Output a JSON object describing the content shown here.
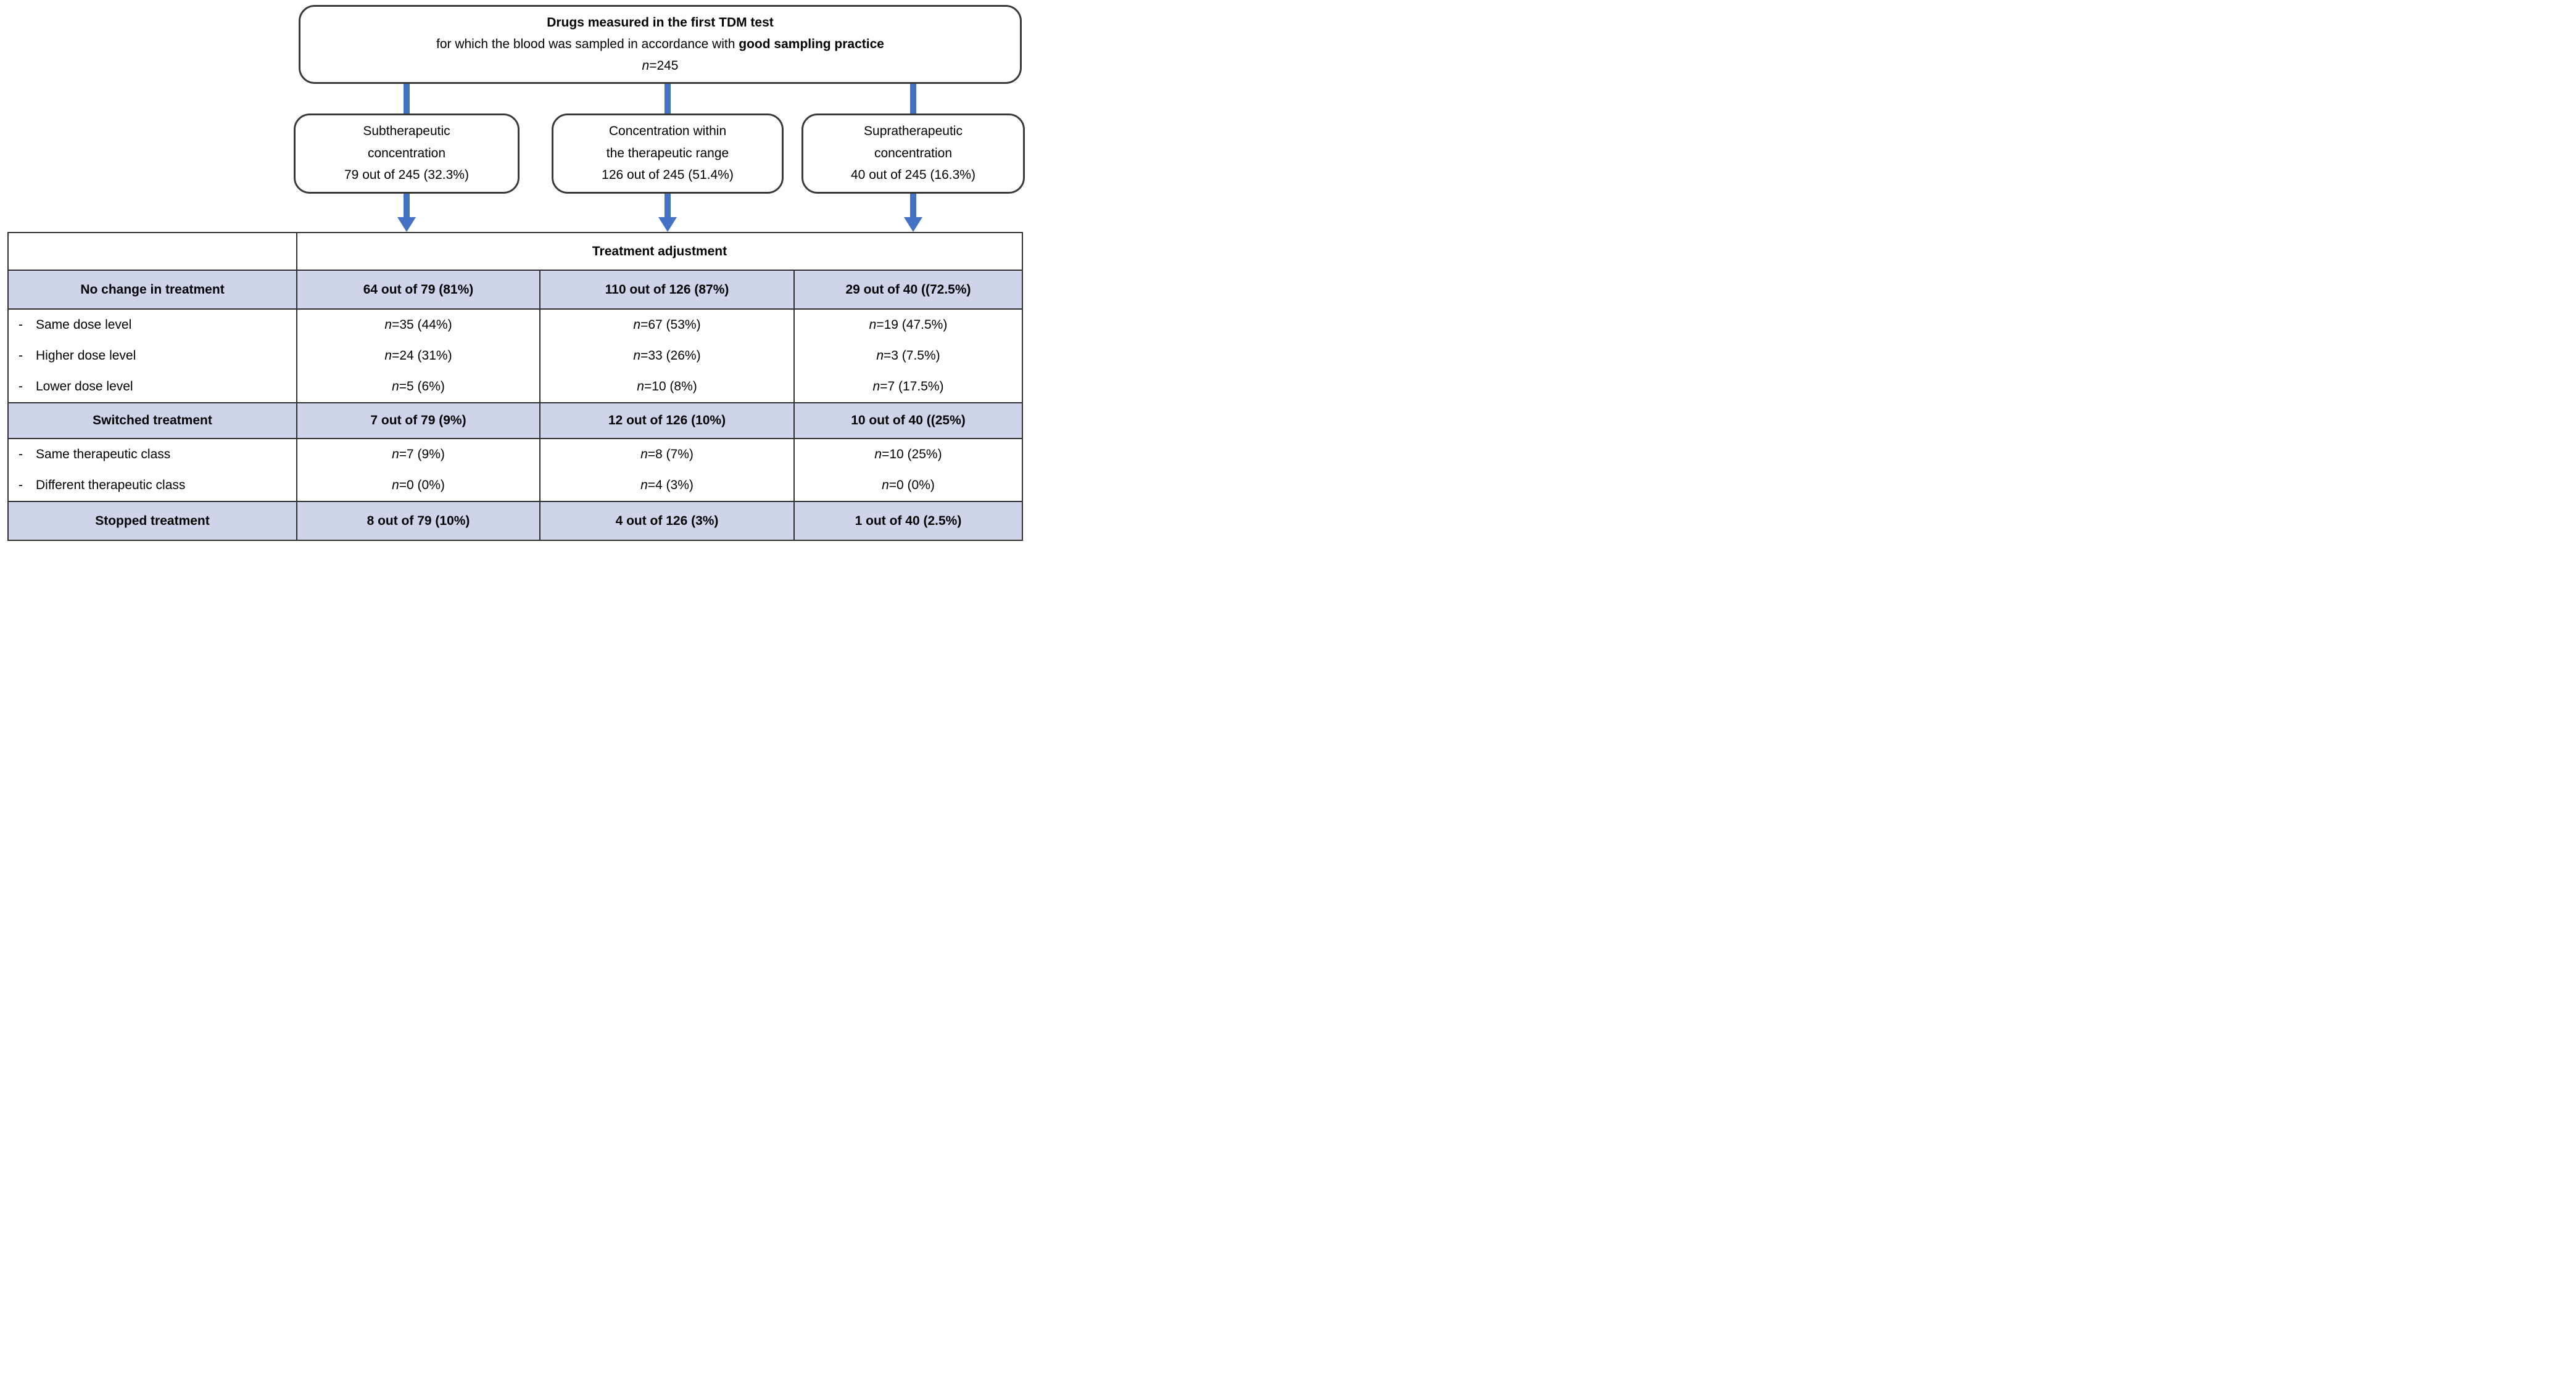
{
  "colors": {
    "arrow_blue": "#4472C4",
    "shaded_row": "#CED4EA",
    "table_border": "#2F2F2F",
    "box_border": "#3A3A3A"
  },
  "flowchart": {
    "root": {
      "title": "Drugs measured in the first TDM test",
      "subtitle_regular": "for which the blood was sampled in accordance with ",
      "subtitle_bold": "good sampling practice",
      "count": "n=245"
    },
    "branches": [
      {
        "line1": "Subtherapeutic",
        "line2": "concentration",
        "count": "79 out of 245 (32.3%)"
      },
      {
        "line1": "Concentration within",
        "line2": "the therapeutic range",
        "count": "126 out of 245 (51.4%)"
      },
      {
        "line1": "Supratherapeutic",
        "line2": "concentration",
        "count": "40 out of 245 (16.3%)"
      }
    ]
  },
  "table": {
    "header_label": "Treatment adjustment",
    "bullet_char": "-",
    "sections": [
      {
        "label": "No change in treatment",
        "values": [
          "64 out of 79 (81%)",
          "110 out of 126 (87%)",
          "29 out of 40 ((72.5%)"
        ]
      },
      {
        "items": [
          "Same dose level",
          "Higher dose level",
          "Lower dose level"
        ],
        "col1": [
          "n=35 (44%)",
          "n=24 (31%)",
          "n=5 (6%)"
        ],
        "col2": [
          "n=67 (53%)",
          "n=33 (26%)",
          "n=10 (8%)"
        ],
        "col3": [
          "n=19 (47.5%)",
          "n=3 (7.5%)",
          "n=7 (17.5%)"
        ]
      },
      {
        "label": "Switched treatment",
        "values": [
          "7 out of 79 (9%)",
          "12 out of 126 (10%)",
          "10 out of 40 ((25%)"
        ]
      },
      {
        "items": [
          "Same therapeutic class",
          "Different therapeutic class"
        ],
        "col1": [
          "n=7 (9%)",
          "n=0 (0%)"
        ],
        "col2": [
          "n=8 (7%)",
          "n=4 (3%)"
        ],
        "col3": [
          "n=10 (25%)",
          "n=0 (0%)"
        ]
      },
      {
        "label": "Stopped treatment",
        "values": [
          "8 out of 79 (10%)",
          "4 out of 126 (3%)",
          "1 out of 40 (2.5%)"
        ]
      }
    ]
  }
}
